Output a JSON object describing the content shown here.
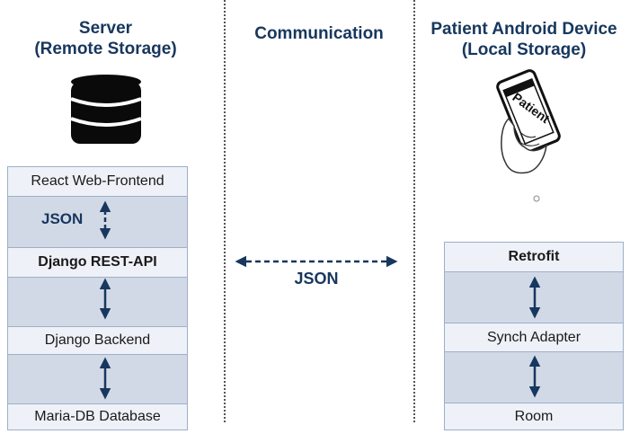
{
  "columns": {
    "server": {
      "title_line1": "Server",
      "title_line2": "(Remote Storage)"
    },
    "communication": {
      "title": "Communication",
      "edge_label": "JSON"
    },
    "device": {
      "title_line1": "Patient Android Device",
      "title_line2": "(Local Storage)",
      "phone_label": "Patient"
    }
  },
  "server_stack": {
    "top_label": "React Web-Frontend",
    "inner_json": "JSON",
    "api_label": "Django REST-API",
    "backend_label": "Django Backend",
    "db_label": "Maria-DB Database"
  },
  "device_stack": {
    "top_label": "Retrofit",
    "middle_label": "Synch Adapter",
    "bottom_label": "Room"
  },
  "icons": [
    "database-icon",
    "phone-hand-icon",
    "double-arrow-icon"
  ],
  "colors": {
    "accent": "#17375e",
    "layer_light": "#eef1f7",
    "layer_dark": "#d2d9e6",
    "border": "#9db0c8"
  }
}
